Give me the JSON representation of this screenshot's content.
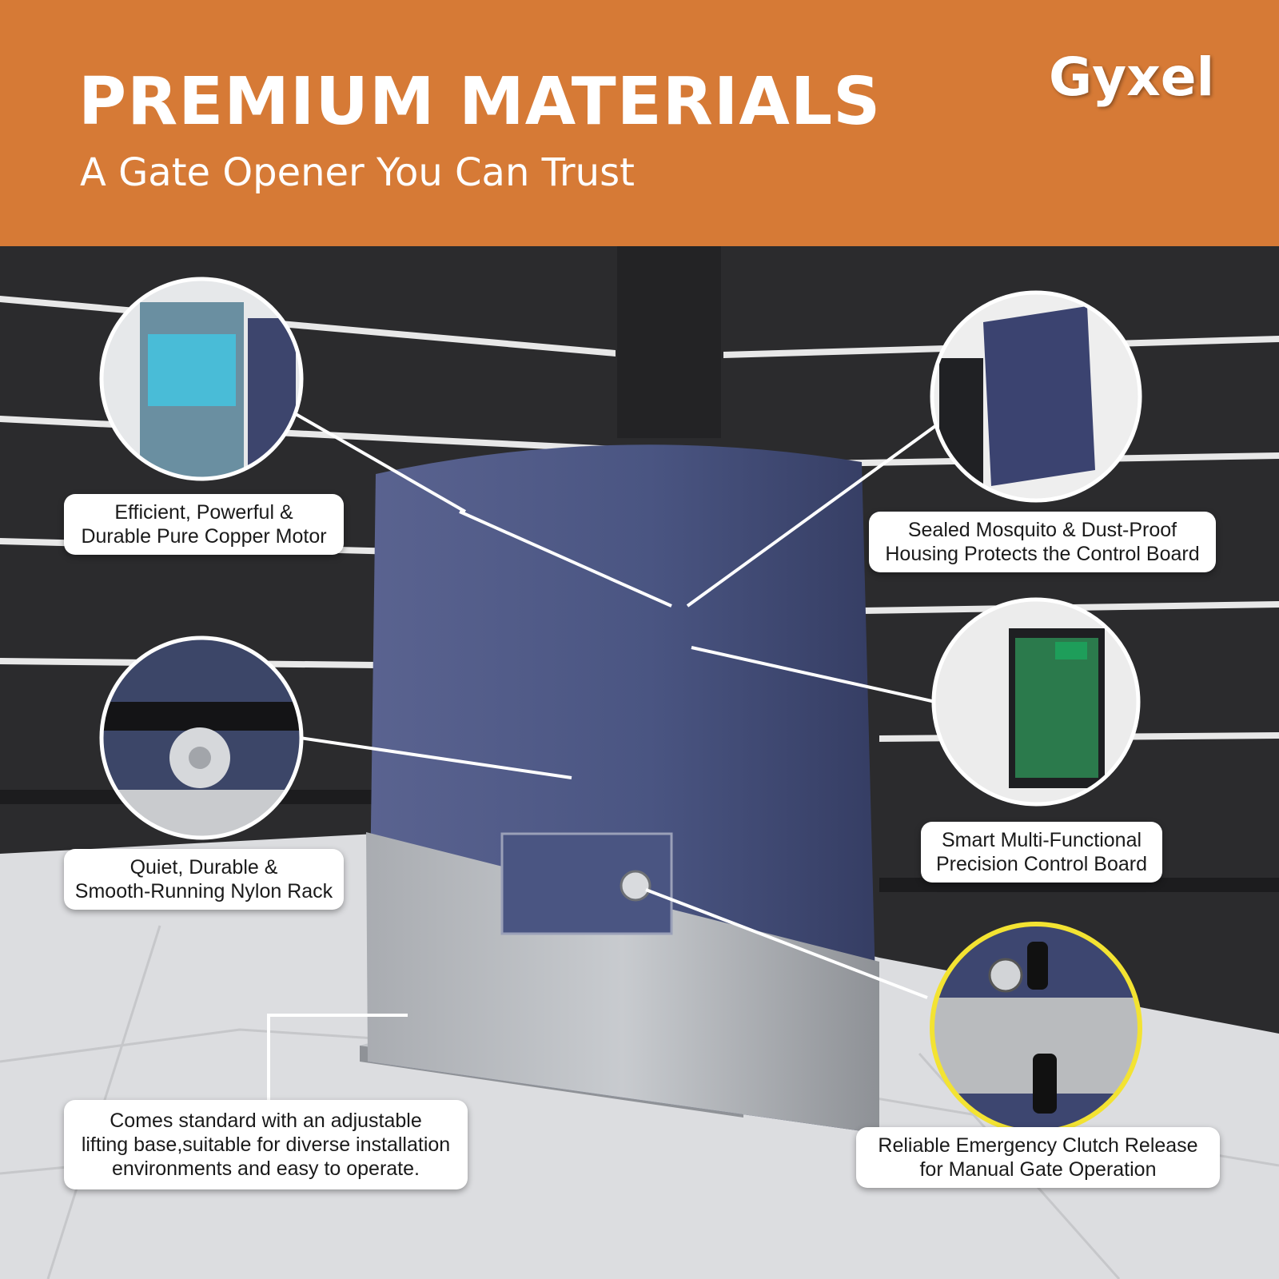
{
  "header": {
    "headline": "PREMIUM MATERIALS",
    "subheadline": "A Gate Opener You Can Trust",
    "brand": "Gyxel"
  },
  "callouts": {
    "motor": {
      "line1": "Efficient, Powerful &",
      "line2": "Durable Pure Copper Motor"
    },
    "rack": {
      "line1": "Quiet, Durable &",
      "line2": "Smooth-Running Nylon Rack"
    },
    "base": {
      "line1": "Comes standard with an adjustable",
      "line2": "lifting base,suitable for diverse installation",
      "line3": "environments and easy to operate."
    },
    "housing": {
      "line1": "Sealed Mosquito & Dust-Proof",
      "line2": "Housing Protects the Control Board"
    },
    "board": {
      "line1": "Smart Multi-Functional",
      "line2": "Precision Control Board"
    },
    "clutch": {
      "line1": "Reliable Emergency Clutch Release",
      "line2": "for Manual Gate Operation"
    }
  },
  "colors": {
    "header": "#d67a36",
    "fence": "#2b2b2d",
    "housing": "#4a5582",
    "base": "#bcbfc3"
  }
}
